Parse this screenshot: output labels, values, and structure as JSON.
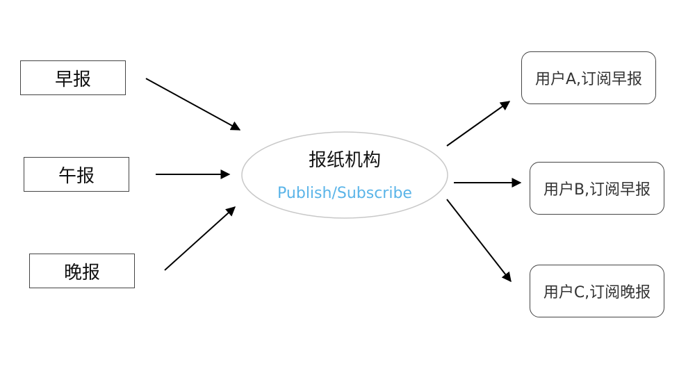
{
  "center": {
    "title": "报纸机构",
    "subtitle": "Publish/Subscribe",
    "subtitle_color": "#5ab4e8"
  },
  "sources": [
    {
      "label": "早报"
    },
    {
      "label": "午报"
    },
    {
      "label": "晚报"
    }
  ],
  "subscribers": [
    {
      "label": "用户A,订阅早报"
    },
    {
      "label": "用户B,订阅早报"
    },
    {
      "label": "用户C,订阅晚报"
    }
  ],
  "colors": {
    "border": "#444444",
    "arrow": "#000000",
    "ellipse_border": "#c8c8c8"
  }
}
